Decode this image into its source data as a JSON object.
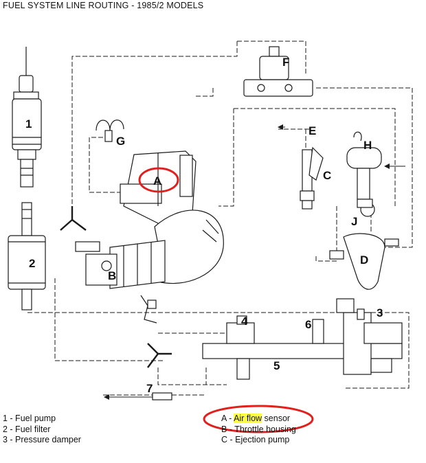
{
  "title": "FUEL SYSTEM LINE ROUTING - 1985/2 MODELS",
  "labels": {
    "n1": "1",
    "n2": "2",
    "n3": "3",
    "n4": "4",
    "n5": "5",
    "n6": "6",
    "n7": "7",
    "A": "A",
    "B": "B",
    "C": "C",
    "D": "D",
    "E": "E",
    "F": "F",
    "G": "G",
    "H": "H",
    "J": "J"
  },
  "legend_left": [
    "1 - Fuel pump",
    "2 - Fuel filter",
    "3 - Pressure damper"
  ],
  "legend_right": {
    "a_prefix": "A - ",
    "a_highlight": "Air flow",
    "a_suffix": " sensor",
    "b": "B - Throttle housing",
    "c": "C - Ejection pump"
  },
  "colors": {
    "line": "#1a1a1a",
    "annotation_red": "#e0201c",
    "highlight": "#ffff3c"
  }
}
